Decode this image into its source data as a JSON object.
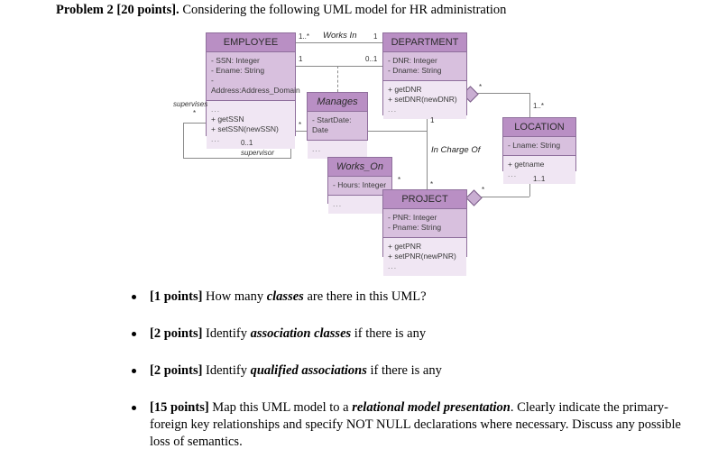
{
  "heading": {
    "label": "Problem 2 [20 points].",
    "text": " Considering the following UML model for HR administration"
  },
  "diagram": {
    "classes": [
      {
        "key": "employee",
        "name": "EMPLOYEE",
        "italic": false,
        "attributes": [
          "- SSN: Integer",
          "- Ename: String",
          "- Address:Address_Domain"
        ],
        "operations": [
          "+ getSSN",
          "+ setSSN(newSSN)"
        ],
        "ellipsis": "..."
      },
      {
        "key": "department",
        "name": "DEPARTMENT",
        "italic": false,
        "attributes": [
          "- DNR: Integer",
          "- Dname: String"
        ],
        "operations": [
          "+ getDNR",
          "+ setDNR(newDNR)"
        ],
        "ellipsis": "..."
      },
      {
        "key": "manages",
        "name": "Manages",
        "italic": true,
        "attributes": [
          "- StartDate: Date"
        ],
        "operations": [],
        "ellipsis": "..."
      },
      {
        "key": "works_on",
        "name": "Works_On",
        "italic": true,
        "attributes": [
          "- Hours: Integer"
        ],
        "operations": [],
        "ellipsis": "..."
      },
      {
        "key": "location",
        "name": "LOCATION",
        "italic": false,
        "attributes": [
          "- Lname: String"
        ],
        "operations": [
          "+ getname"
        ],
        "ellipsis": "..."
      },
      {
        "key": "project",
        "name": "PROJECT",
        "italic": false,
        "attributes": [
          "- PNR: Integer",
          "- Pname: String"
        ],
        "operations": [
          "+ getPNR",
          "+ setPNR(newPNR)"
        ],
        "ellipsis": "..."
      }
    ],
    "associations": {
      "works_in": "Works In",
      "in_charge_of": "In Charge Of",
      "supervises": "supervises",
      "supervisor": "supervisor"
    },
    "multiplicities": {
      "works_in_left": "1..*",
      "works_in_right": "1",
      "manages_left": "1",
      "manages_right": "0..1",
      "works_on_emp": "*",
      "works_on_proj": "*",
      "in_charge_top": "1",
      "in_charge_bottom": "*",
      "supervises_star": "*",
      "supervisor_mult": "0..1",
      "dept_loc_star": "*",
      "loc_top": "1..*",
      "loc_bottom": "1..1",
      "proj_loc_star": "*"
    },
    "colors": {
      "header": "#b98fc4",
      "attributes": "#d8c0de",
      "operations": "#f0e6f3",
      "border": "#8f6f9c",
      "line": "#8a8a8a"
    }
  },
  "questions": [
    {
      "points": "[1 points]",
      "pre": " How many ",
      "emph": "classes",
      "post": " are there in this UML?",
      "tail": ""
    },
    {
      "points": "[2 points]",
      "pre": " Identify ",
      "emph": "association classes",
      "post": " if there is any",
      "tail": ""
    },
    {
      "points": "[2 points]",
      "pre": " Identify ",
      "emph": "qualified associations",
      "post": " if there is any",
      "tail": ""
    },
    {
      "points": "[15 points]",
      "pre": " Map this UML model to a ",
      "emph": "relational model presentation",
      "post": ". Clearly indicate the primary-foreign key relationships and specify NOT NULL declarations where necessary.",
      "tail": " Discuss any possible loss of semantics."
    }
  ]
}
